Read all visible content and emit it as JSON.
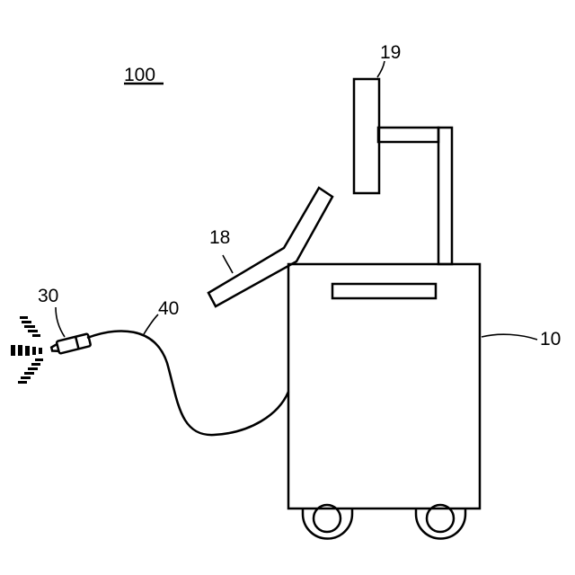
{
  "figure": {
    "reference": "100",
    "labels": {
      "cart": "10",
      "display": "19",
      "keyboard": "18",
      "handpiece": "30",
      "hose": "40"
    },
    "colors": {
      "line": "#000000",
      "background": "#ffffff"
    }
  }
}
